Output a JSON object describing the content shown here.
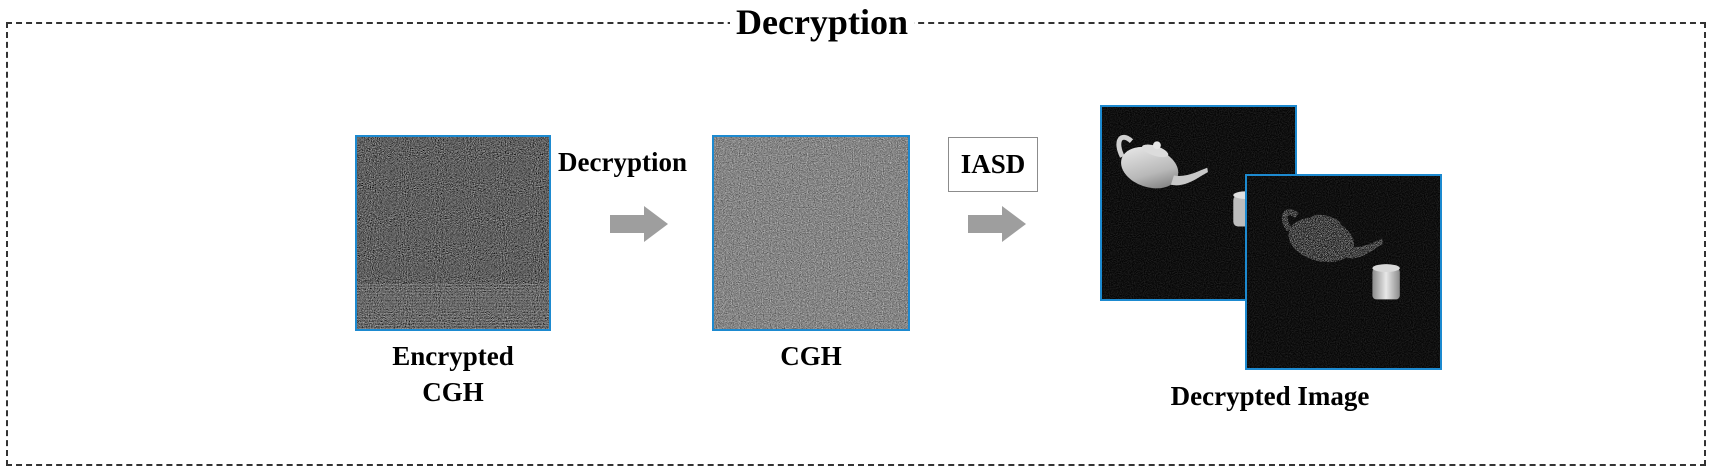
{
  "frame": {
    "title": "Decryption"
  },
  "stages": [
    {
      "caption_line1": "Encrypted",
      "caption_line2": "CGH",
      "image": "encrypted-noise-hologram"
    },
    {
      "caption_line1": "CGH",
      "image": "random-noise-hologram"
    },
    {
      "caption_line1": "Decrypted Image",
      "image": "teapot-and-cup-reconstructions"
    }
  ],
  "steps": {
    "decryption_label": "Decryption",
    "method_label": "IASD"
  },
  "colors": {
    "panel_border": "#1d8ad0",
    "arrow_fill": "#9e9e9e",
    "frame_border": "#333333"
  },
  "icons": [
    "right-arrow-icon",
    "right-arrow-icon"
  ]
}
